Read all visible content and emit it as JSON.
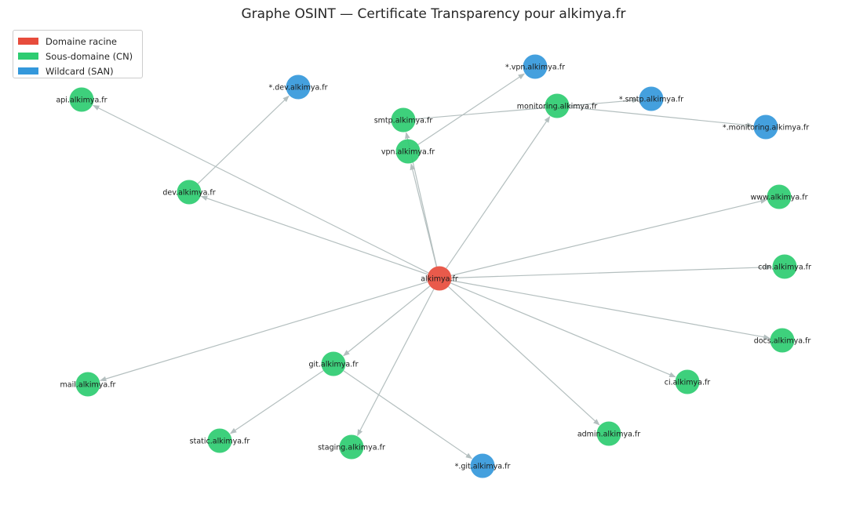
{
  "title": "Graphe OSINT — Certificate Transparency pour alkimya.fr",
  "legend": [
    {
      "label": "Domaine racine",
      "type": "root"
    },
    {
      "label": "Sous-domaine (CN)",
      "type": "cn"
    },
    {
      "label": "Wildcard (SAN)",
      "type": "san"
    }
  ],
  "colors": {
    "root": "#e74c3c",
    "cn": "#2ecc71",
    "san": "#3498db",
    "edge": "#b4bfbf"
  },
  "nodes": [
    {
      "id": "alkimya.fr",
      "type": "root"
    },
    {
      "id": "api.alkimya.fr",
      "type": "cn"
    },
    {
      "id": "*.dev.alkimya.fr",
      "type": "san"
    },
    {
      "id": "dev.alkimya.fr",
      "type": "cn"
    },
    {
      "id": "*.vpn.alkimya.fr",
      "type": "san"
    },
    {
      "id": "smtp.alkimya.fr",
      "type": "cn"
    },
    {
      "id": "vpn.alkimya.fr",
      "type": "cn"
    },
    {
      "id": "monitoring.alkimya.fr",
      "type": "cn"
    },
    {
      "id": "*.smtp.alkimya.fr",
      "type": "san"
    },
    {
      "id": "*.monitoring.alkimya.fr",
      "type": "san"
    },
    {
      "id": "www.alkimya.fr",
      "type": "cn"
    },
    {
      "id": "cdn.alkimya.fr",
      "type": "cn"
    },
    {
      "id": "docs.alkimya.fr",
      "type": "cn"
    },
    {
      "id": "ci.alkimya.fr",
      "type": "cn"
    },
    {
      "id": "admin.alkimya.fr",
      "type": "cn"
    },
    {
      "id": "git.alkimya.fr",
      "type": "cn"
    },
    {
      "id": "mail.alkimya.fr",
      "type": "cn"
    },
    {
      "id": "static.alkimya.fr",
      "type": "cn"
    },
    {
      "id": "staging.alkimya.fr",
      "type": "cn"
    },
    {
      "id": "*.git.alkimya.fr",
      "type": "san"
    }
  ],
  "edges": [
    [
      "alkimya.fr",
      "api.alkimya.fr"
    ],
    [
      "alkimya.fr",
      "dev.alkimya.fr"
    ],
    [
      "alkimya.fr",
      "smtp.alkimya.fr"
    ],
    [
      "alkimya.fr",
      "vpn.alkimya.fr"
    ],
    [
      "alkimya.fr",
      "monitoring.alkimya.fr"
    ],
    [
      "alkimya.fr",
      "www.alkimya.fr"
    ],
    [
      "alkimya.fr",
      "cdn.alkimya.fr"
    ],
    [
      "alkimya.fr",
      "docs.alkimya.fr"
    ],
    [
      "alkimya.fr",
      "ci.alkimya.fr"
    ],
    [
      "alkimya.fr",
      "admin.alkimya.fr"
    ],
    [
      "alkimya.fr",
      "staging.alkimya.fr"
    ],
    [
      "alkimya.fr",
      "git.alkimya.fr"
    ],
    [
      "alkimya.fr",
      "mail.alkimya.fr"
    ],
    [
      "git.alkimya.fr",
      "static.alkimya.fr"
    ],
    [
      "git.alkimya.fr",
      "*.git.alkimya.fr"
    ],
    [
      "dev.alkimya.fr",
      "*.dev.alkimya.fr"
    ],
    [
      "vpn.alkimya.fr",
      "*.vpn.alkimya.fr"
    ],
    [
      "smtp.alkimya.fr",
      "*.smtp.alkimya.fr"
    ],
    [
      "monitoring.alkimya.fr",
      "*.monitoring.alkimya.fr"
    ]
  ]
}
